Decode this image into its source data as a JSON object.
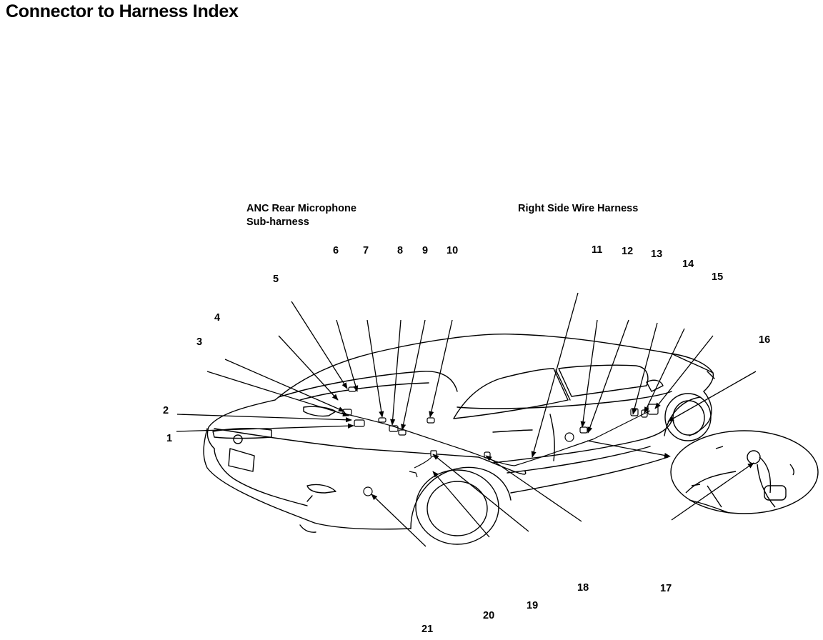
{
  "title": "Connector to Harness Index",
  "harness_labels": {
    "anc_line1": "ANC Rear Microphone",
    "anc_line2": "Sub-harness",
    "right_side": "Right Side Wire Harness"
  },
  "callouts": [
    "1",
    "2",
    "3",
    "4",
    "5",
    "6",
    "7",
    "8",
    "9",
    "10",
    "11",
    "12",
    "13",
    "14",
    "15",
    "16",
    "17",
    "18",
    "19",
    "20",
    "21"
  ]
}
